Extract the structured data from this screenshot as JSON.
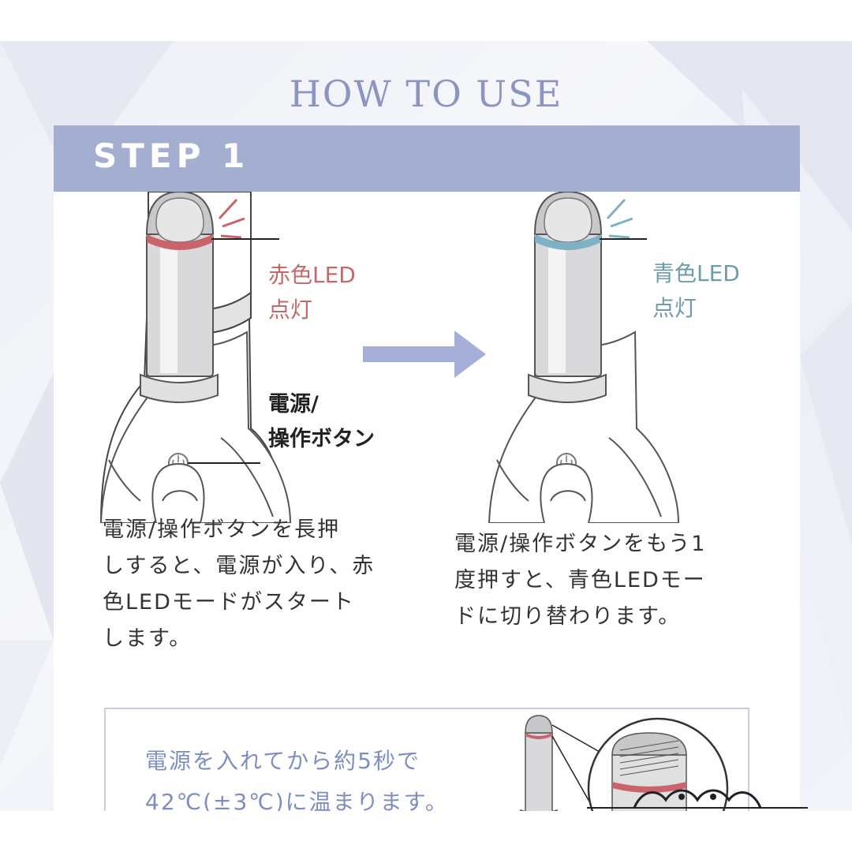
{
  "page": {
    "heading": "HOW TO USE",
    "step_label": "STEP 1"
  },
  "illustration": {
    "left_callout_led": [
      "赤色LED",
      "点灯"
    ],
    "right_callout_led": [
      "青色LED",
      "点灯"
    ],
    "button_callout": [
      "電源/",
      "操作ボタン"
    ],
    "led_colors": {
      "red": "#c9656a",
      "blue": "#7fb0c3"
    }
  },
  "descriptions": {
    "left": [
      "電源/操作ボタンを長押",
      "しすると、電源が入り、赤",
      "色LEDモードがスタート",
      "します。"
    ],
    "right": [
      "電源/操作ボタンをもう1",
      "度押すと、青色LEDモー",
      "ドに切り替わります。"
    ]
  },
  "note": {
    "lines": [
      "電源を入れてから約5秒で",
      "42℃(±3℃)に温まります。"
    ]
  },
  "colors": {
    "heading": "#8c94c2",
    "step_bar": "#a3aed1",
    "arrow": "#a4aed6",
    "note_text": "#7f8ec0"
  }
}
